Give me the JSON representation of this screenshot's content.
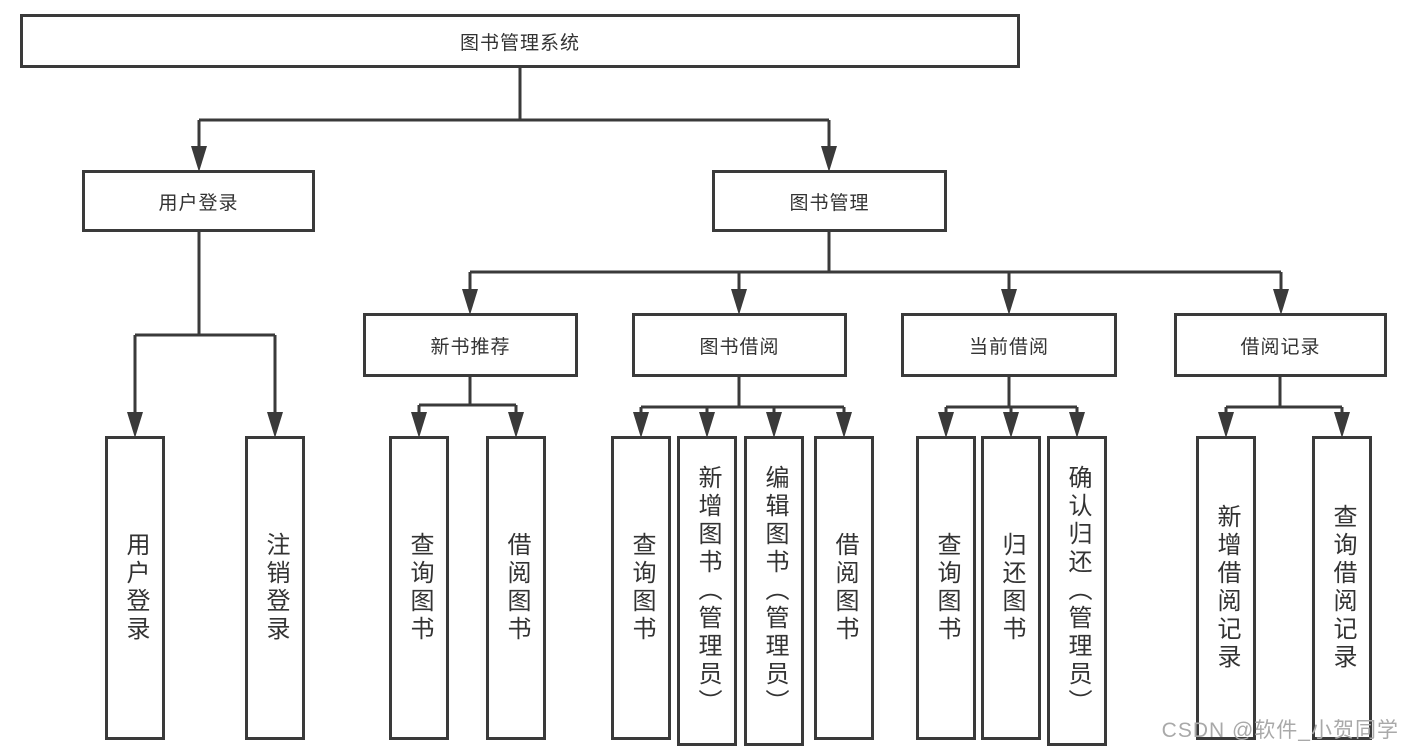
{
  "diagram": {
    "root": {
      "label": "图书管理系统"
    },
    "branches": [
      {
        "label": "用户登录",
        "children": [
          {
            "label": "用户登录"
          },
          {
            "label": "注销登录"
          }
        ]
      },
      {
        "label": "图书管理",
        "children": [
          {
            "label": "新书推荐",
            "children": [
              {
                "label": "查询图书"
              },
              {
                "label": "借阅图书"
              }
            ]
          },
          {
            "label": "图书借阅",
            "children": [
              {
                "label": "查询图书"
              },
              {
                "label": "新增图书（管理员）"
              },
              {
                "label": "编辑图书（管理员）"
              },
              {
                "label": "借阅图书"
              }
            ]
          },
          {
            "label": "当前借阅",
            "children": [
              {
                "label": "查询图书"
              },
              {
                "label": "归还图书"
              },
              {
                "label": "确认归还（管理员）"
              }
            ]
          },
          {
            "label": "借阅记录",
            "children": [
              {
                "label": "新增借阅记录"
              },
              {
                "label": "查询借阅记录"
              }
            ]
          }
        ]
      }
    ]
  },
  "colors": {
    "line": "#3a3a3a",
    "text": "#333333",
    "watermark": "#a9a9a9"
  },
  "watermark": {
    "text": "CSDN @软件_小贺同学"
  }
}
